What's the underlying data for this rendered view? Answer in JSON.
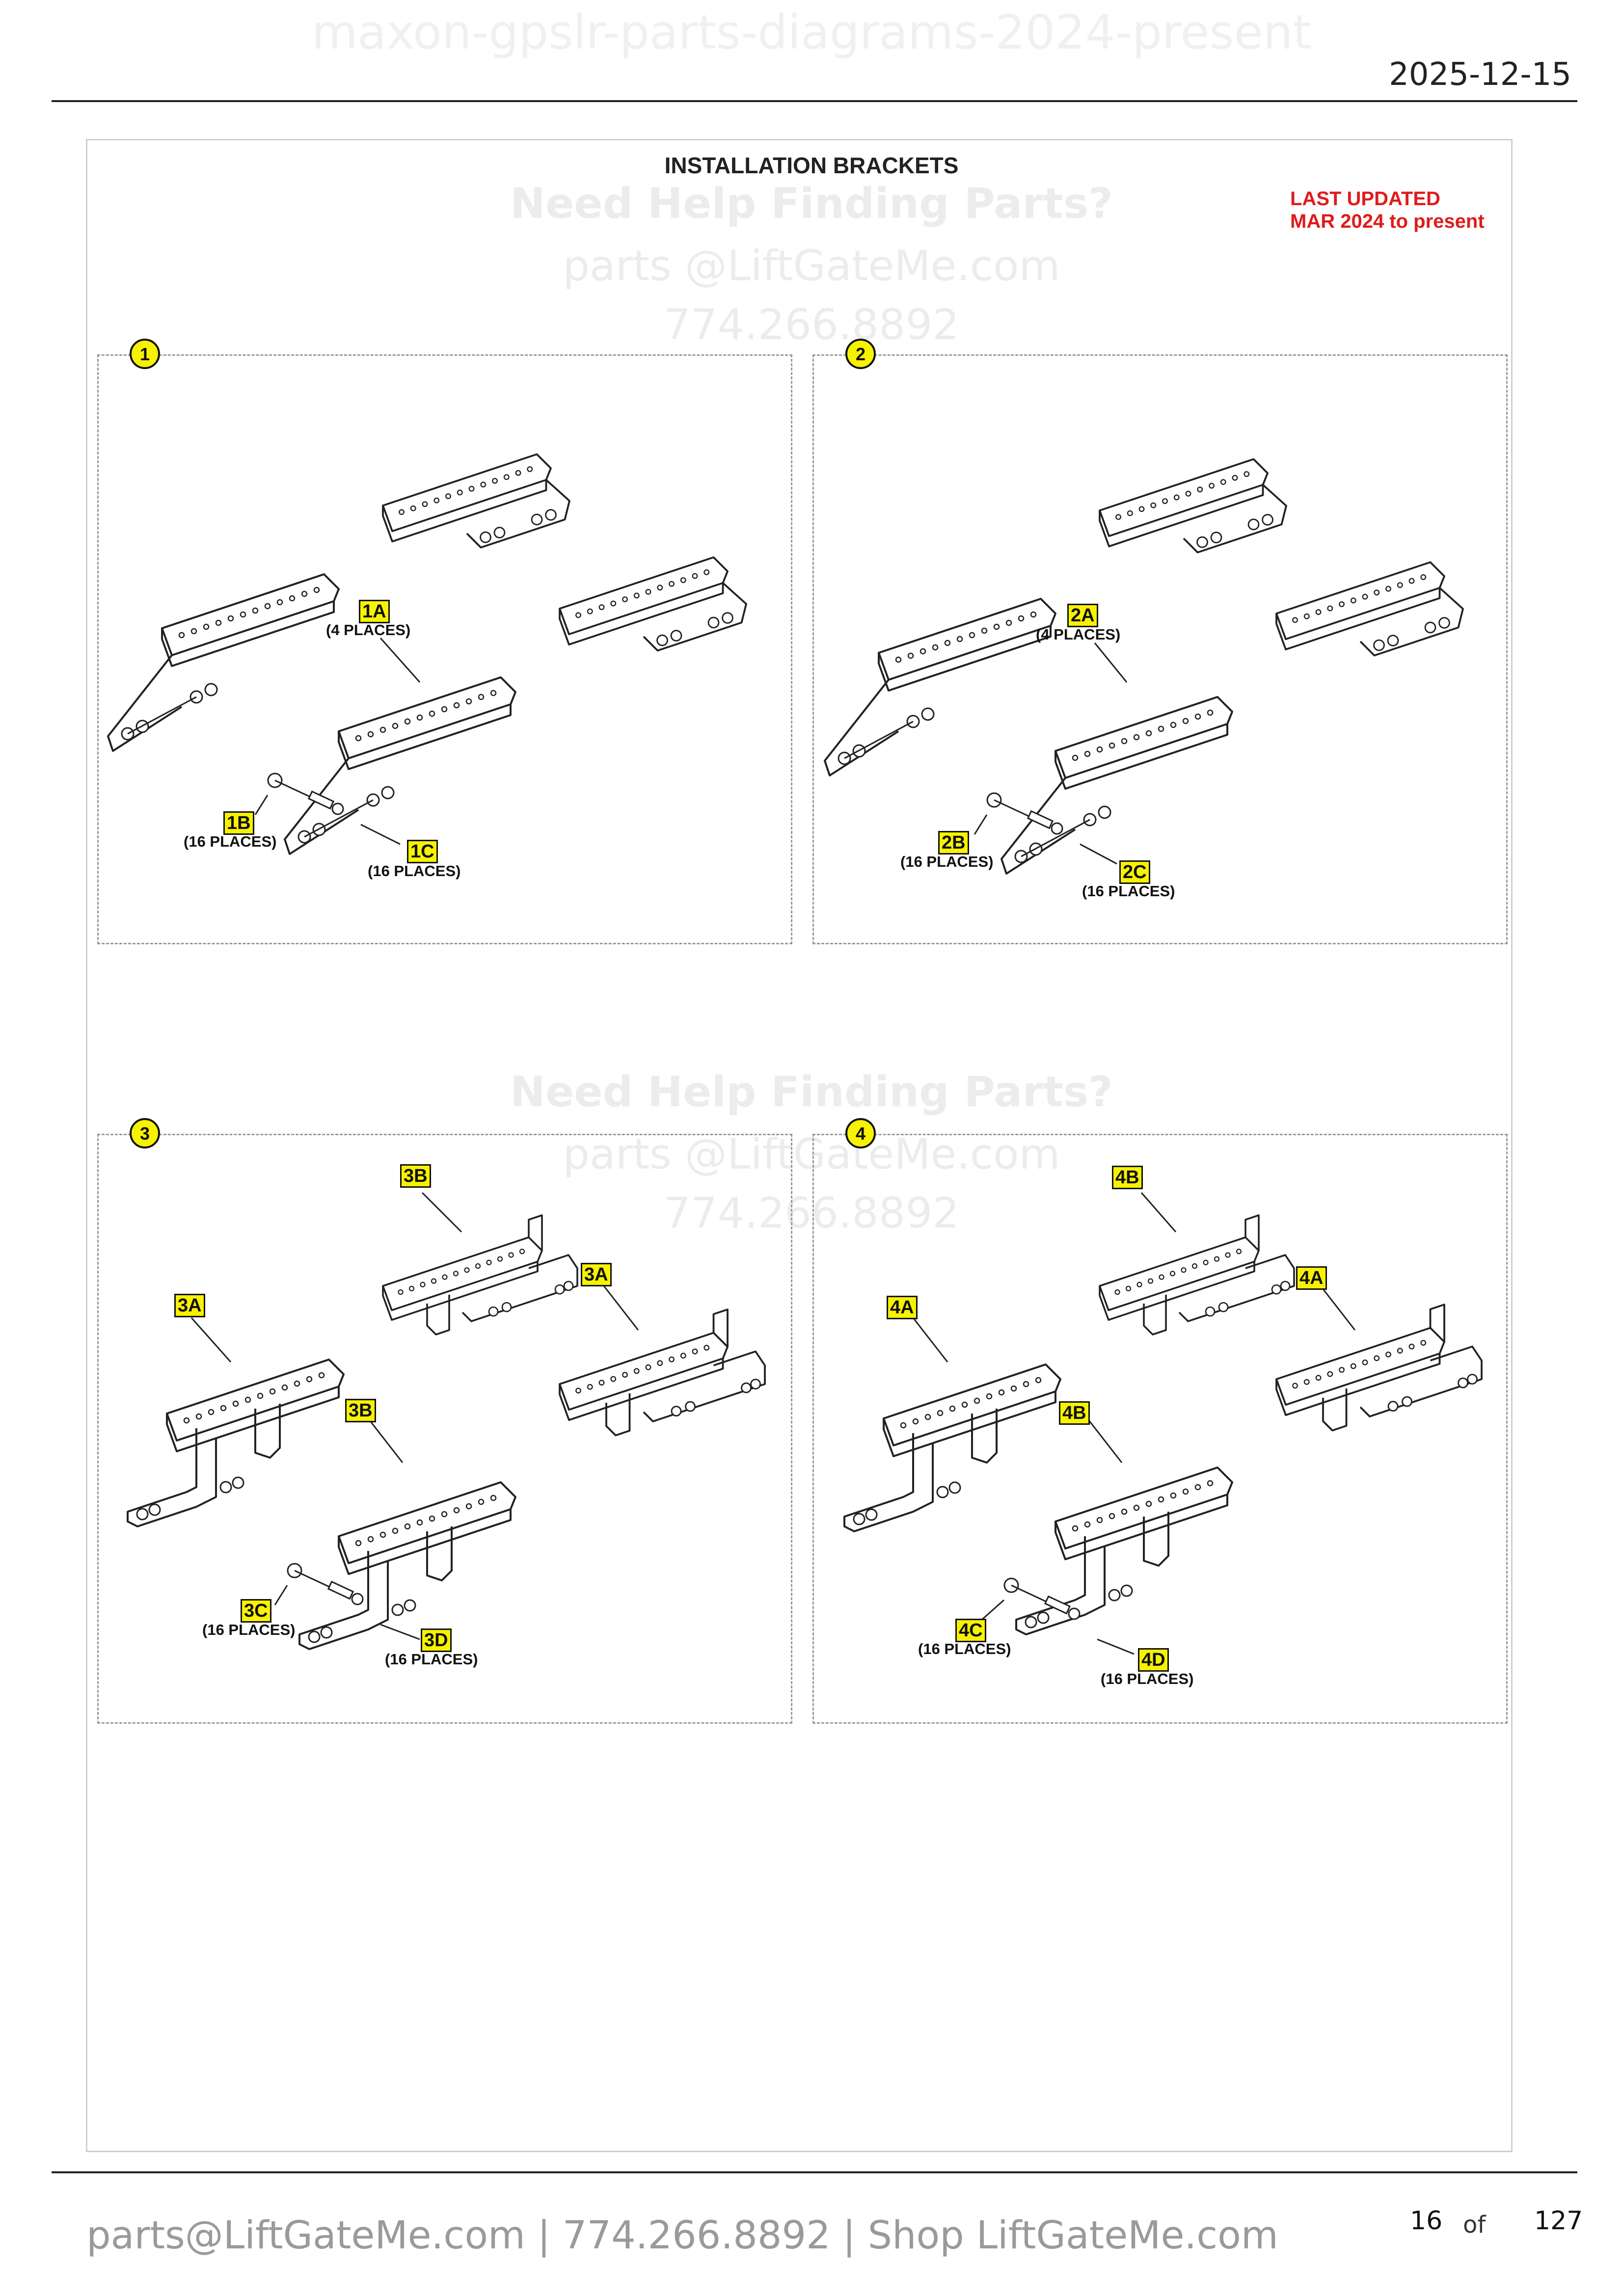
{
  "header": {
    "watermark_title": "maxon-gpslr-parts-diagrams-2024-present",
    "date": "2025-12-15"
  },
  "diagram": {
    "title": "INSTALLATION BRACKETS",
    "last_updated_line1": "LAST UPDATED",
    "last_updated_line2": "MAR 2024 to present"
  },
  "watermark": {
    "help": "Need Help Finding Parts?",
    "email": "parts @LiftGateMe.com",
    "phone": "774.266.8892"
  },
  "panels": [
    {
      "number": "1",
      "callouts": [
        {
          "tag": "1A",
          "note": "(4 PLACES)"
        },
        {
          "tag": "1B",
          "note": "(16 PLACES)"
        },
        {
          "tag": "1C",
          "note": "(16 PLACES)"
        }
      ]
    },
    {
      "number": "2",
      "callouts": [
        {
          "tag": "2A",
          "note": "(4 PLACES)"
        },
        {
          "tag": "2B",
          "note": "(16 PLACES)"
        },
        {
          "tag": "2C",
          "note": "(16 PLACES)"
        }
      ]
    },
    {
      "number": "3",
      "callouts": [
        {
          "tag": "3A"
        },
        {
          "tag": "3A"
        },
        {
          "tag": "3B"
        },
        {
          "tag": "3B"
        },
        {
          "tag": "3C",
          "note": "(16 PLACES)"
        },
        {
          "tag": "3D",
          "note": "(16 PLACES)"
        }
      ]
    },
    {
      "number": "4",
      "callouts": [
        {
          "tag": "4A"
        },
        {
          "tag": "4A"
        },
        {
          "tag": "4B"
        },
        {
          "tag": "4B"
        },
        {
          "tag": "4C",
          "note": "(16 PLACES)"
        },
        {
          "tag": "4D",
          "note": "(16 PLACES)"
        }
      ]
    }
  ],
  "footer": {
    "contact": "parts@LiftGateMe.com | 774.266.8892 | Shop LiftGateMe.com",
    "page_current": "16",
    "page_of": "of",
    "page_total": "127"
  },
  "colors": {
    "callout_fill": "#f7f200",
    "updated_text": "#e01b1b"
  }
}
